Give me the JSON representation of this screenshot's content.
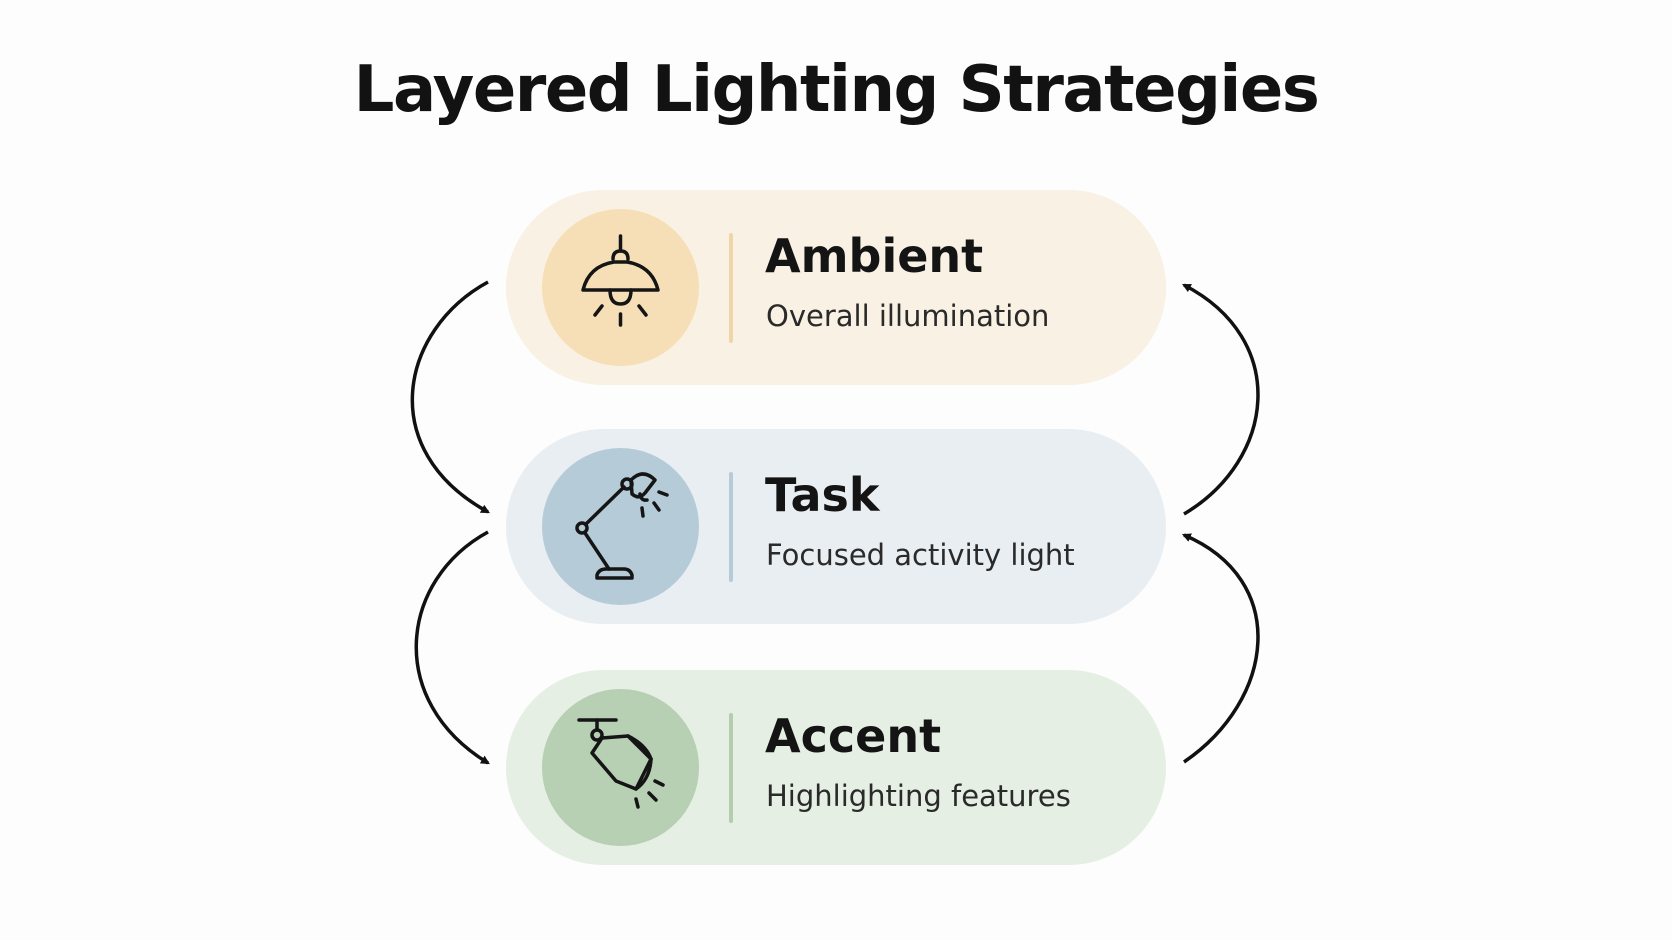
{
  "title": "Layered Lighting Strategies",
  "layers": [
    {
      "name": "Ambient",
      "description": "Overall illumination",
      "icon": "pendant-lamp-icon",
      "card_color": "#f8f1e4",
      "circle_color": "#f6dfb6",
      "divider_color": "#f0d6a6"
    },
    {
      "name": "Task",
      "description": "Focused activity light",
      "icon": "desk-lamp-icon",
      "card_color": "#e8eef2",
      "circle_color": "#b6cbd8",
      "divider_color": "#b8cad6"
    },
    {
      "name": "Accent",
      "description": "Highlighting features",
      "icon": "spotlight-icon",
      "card_color": "#e6efe4",
      "circle_color": "#b7cfb3",
      "divider_color": "#b5ccb1"
    }
  ],
  "connectors": [
    {
      "from": "Ambient",
      "to": "Task",
      "side": "left"
    },
    {
      "from": "Task",
      "to": "Accent",
      "side": "left"
    },
    {
      "from": "Accent",
      "to": "Task",
      "side": "right"
    },
    {
      "from": "Task",
      "to": "Ambient",
      "side": "right"
    }
  ]
}
